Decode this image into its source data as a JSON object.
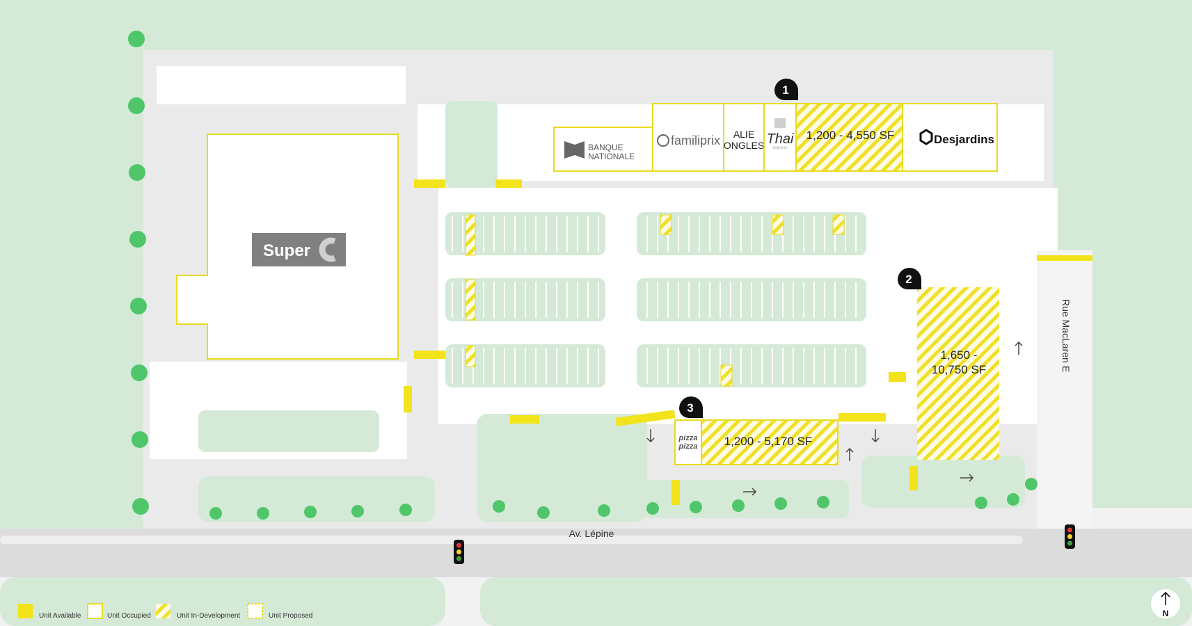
{
  "colors": {
    "background": "#f2f2f2",
    "green": "#d4ead7",
    "tree": "#4fc66a",
    "lot": "#ebebeb",
    "road": "#dcdcdc",
    "accent": "#f2e31a",
    "outline": "#e8da1f",
    "badge": "#111111",
    "logo_grey": "#7a7a7a"
  },
  "units": {
    "super_c": {
      "brand": "Super",
      "icon": "c-logo-icon"
    },
    "banque": {
      "line1": "BANQUE",
      "line2": "NATIONALE",
      "icon": "banque-nationale-logo-icon"
    },
    "familiprix": {
      "label": "familiprix",
      "icon": "familiprix-logo-icon"
    },
    "alie": {
      "line1": "ALIE",
      "line2": "ONGLES"
    },
    "thai": {
      "label": "Thai",
      "sub": "express",
      "icon": "thai-express-logo-icon"
    },
    "unit1": {
      "badge": "1",
      "area": "1,200 - 4,550 SF"
    },
    "desjardins": {
      "label": "Desjardins",
      "icon": "desjardins-hexagon-icon"
    },
    "unit2": {
      "badge": "2",
      "area_line1": "1,650 -",
      "area_line2": "10,750 SF"
    },
    "unit3": {
      "badge": "3",
      "area": "1,200 - 5,170 SF"
    },
    "pizza": {
      "line1": "pizza",
      "line2": "pizza"
    }
  },
  "roads": {
    "south": "Av. Lépine",
    "east": "Rue MacLaren E"
  },
  "legend": [
    {
      "label": "Unit Available",
      "style": "available"
    },
    {
      "label": "Unit Occupied",
      "style": "occupied"
    },
    {
      "label": "Unit In-Development",
      "style": "in-development"
    },
    {
      "label": "Unit Proposed",
      "style": "proposed"
    }
  ],
  "north": "N",
  "icons": [
    "traffic-light-icon",
    "accessible-parking-icon",
    "ev-charging-icon",
    "direction-arrow-icon",
    "north-arrow-icon",
    "tree-icon"
  ]
}
